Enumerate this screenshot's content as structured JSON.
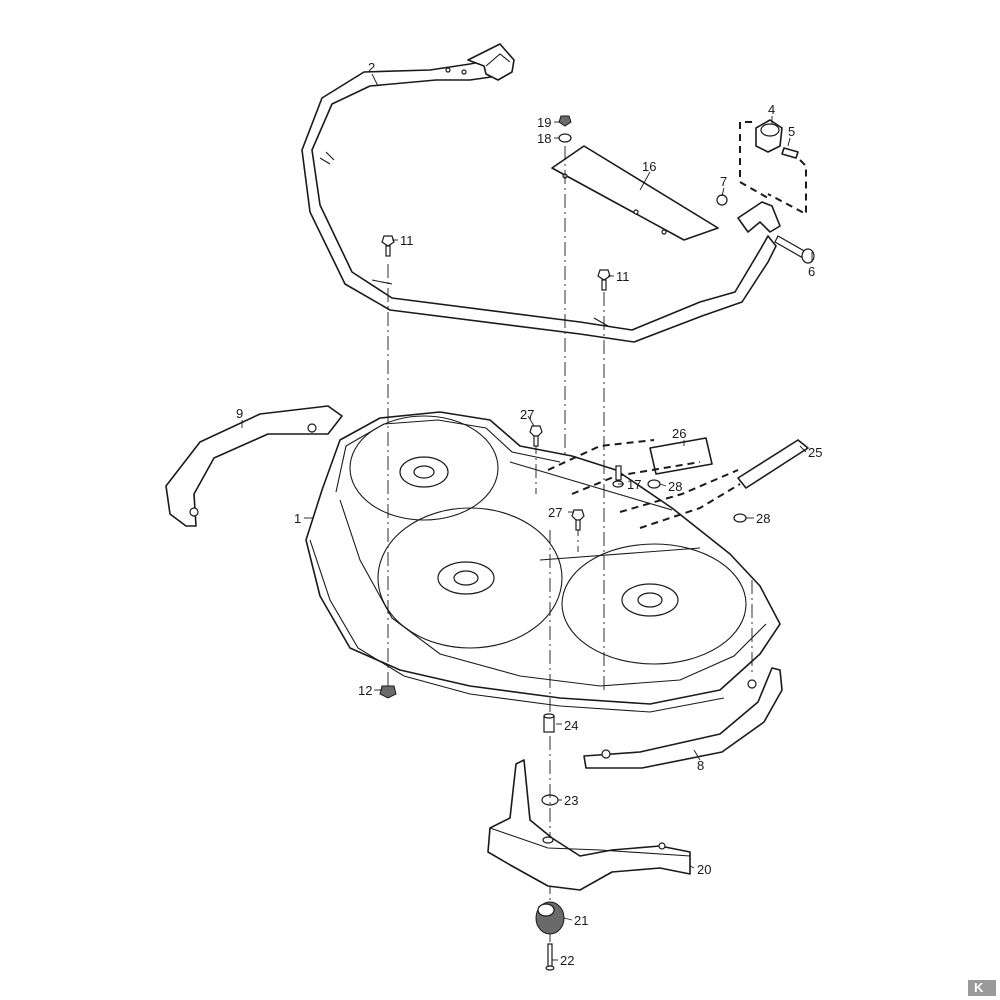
{
  "diagram": {
    "callouts": [
      {
        "id": "c1",
        "label": "1"
      },
      {
        "id": "c2",
        "label": "2"
      },
      {
        "id": "c4",
        "label": "4"
      },
      {
        "id": "c5",
        "label": "5"
      },
      {
        "id": "c6",
        "label": "6"
      },
      {
        "id": "c7",
        "label": "7"
      },
      {
        "id": "c8",
        "label": "8"
      },
      {
        "id": "c9",
        "label": "9"
      },
      {
        "id": "c11a",
        "label": "11"
      },
      {
        "id": "c11b",
        "label": "11"
      },
      {
        "id": "c12",
        "label": "12"
      },
      {
        "id": "c16",
        "label": "16"
      },
      {
        "id": "c17",
        "label": "17"
      },
      {
        "id": "c18",
        "label": "18"
      },
      {
        "id": "c19",
        "label": "19"
      },
      {
        "id": "c20",
        "label": "20"
      },
      {
        "id": "c21",
        "label": "21"
      },
      {
        "id": "c22",
        "label": "22"
      },
      {
        "id": "c23",
        "label": "23"
      },
      {
        "id": "c24",
        "label": "24"
      },
      {
        "id": "c25",
        "label": "25"
      },
      {
        "id": "c26",
        "label": "26"
      },
      {
        "id": "c27a",
        "label": "27"
      },
      {
        "id": "c27b",
        "label": "27"
      },
      {
        "id": "c28a",
        "label": "28"
      },
      {
        "id": "c28b",
        "label": "28"
      }
    ]
  },
  "logo": {
    "text": "K",
    "color": "#9a9a9a"
  }
}
